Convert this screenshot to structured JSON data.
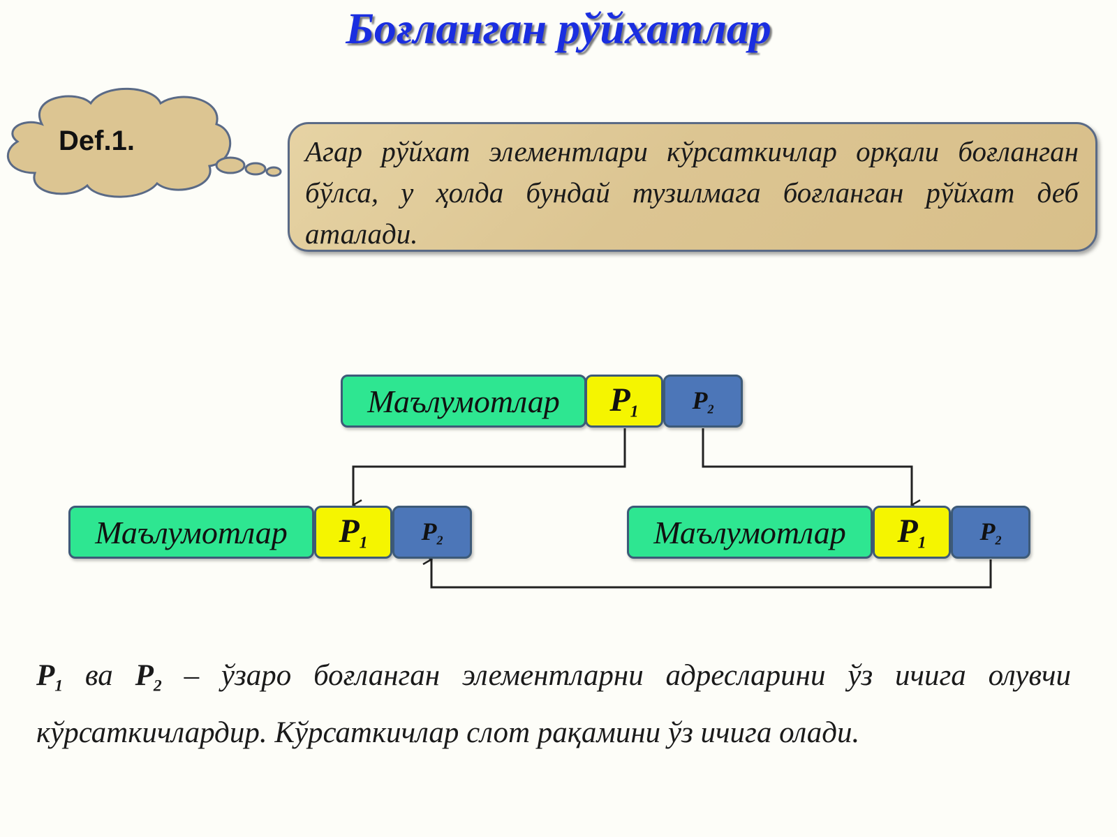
{
  "title": "Боғланган рўйхатлар",
  "definition": {
    "label": "Def.1.",
    "text": "Агар рўйхат элементлари кўрсаткичлар орқали боғланган бўлса, у ҳолда бундай тузилмага боғланган рўйхат деб аталади."
  },
  "diagram": {
    "nodes": [
      {
        "data": "Маълумотлар",
        "p1": "P",
        "p1_sub": "1",
        "p2": "P",
        "p2_sub": "2"
      },
      {
        "data": "Маълумотлар",
        "p1": "P",
        "p1_sub": "1",
        "p2": "P",
        "p2_sub": "2"
      },
      {
        "data": "Маълумотлар",
        "p1": "P",
        "p1_sub": "1",
        "p2": "P",
        "p2_sub": "2"
      }
    ]
  },
  "explanation": {
    "p1": "P",
    "p1_sub": "1",
    "conj": " ва ",
    "p2": "P",
    "p2_sub": "2",
    "rest": " – ўзаро боғланган элементларни адресларини ўз ичига олувчи кўрсаткичлардир. Кўрсаткичлар слот рақамини ўз ичига олади."
  },
  "colors": {
    "title": "#1a2ee0",
    "data_cell": "#2ee691",
    "p1_cell": "#f5f500",
    "p2_cell": "#4c76b8",
    "definition_box": "#dcc592"
  }
}
